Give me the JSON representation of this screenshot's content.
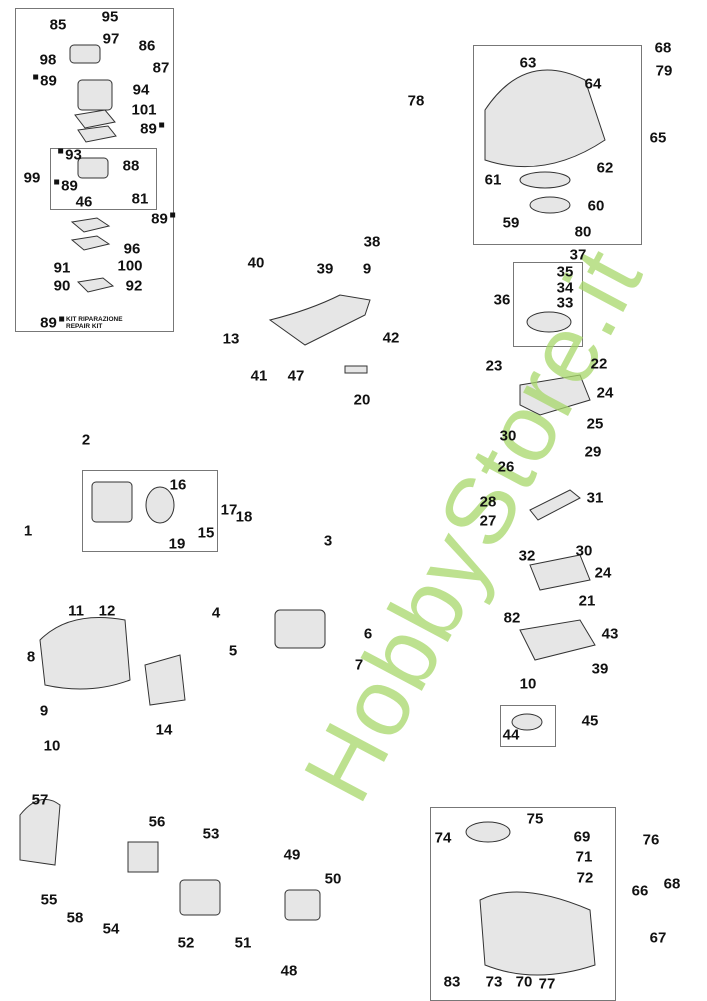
{
  "watermark": "HobbyStore.it",
  "kit_note": {
    "number": "89",
    "line1": "KIT RIPARAZIONE",
    "line2": "REPAIR KIT"
  },
  "callouts": [
    "95",
    "85",
    "97",
    "98",
    "86",
    "87",
    "89",
    "94",
    "101",
    "89",
    "93",
    "88",
    "99",
    "89",
    "81",
    "46",
    "89",
    "96",
    "91",
    "100",
    "90",
    "92",
    "63",
    "64",
    "68",
    "79",
    "78",
    "65",
    "62",
    "61",
    "60",
    "59",
    "80",
    "40",
    "38",
    "39",
    "9",
    "13",
    "42",
    "41",
    "47",
    "20",
    "37",
    "35",
    "34",
    "36",
    "33",
    "23",
    "22",
    "24",
    "25",
    "30",
    "29",
    "26",
    "28",
    "31",
    "27",
    "32",
    "30",
    "24",
    "21",
    "82",
    "43",
    "39",
    "10",
    "44",
    "45",
    "2",
    "16",
    "17",
    "18",
    "19",
    "15",
    "1",
    "3",
    "4",
    "5",
    "6",
    "7",
    "11",
    "12",
    "8",
    "9",
    "10",
    "14",
    "57",
    "56",
    "53",
    "55",
    "58",
    "54",
    "52",
    "49",
    "50",
    "51",
    "48",
    "75",
    "74",
    "69",
    "76",
    "71",
    "72",
    "66",
    "68",
    "67",
    "83",
    "73",
    "70",
    "77"
  ]
}
